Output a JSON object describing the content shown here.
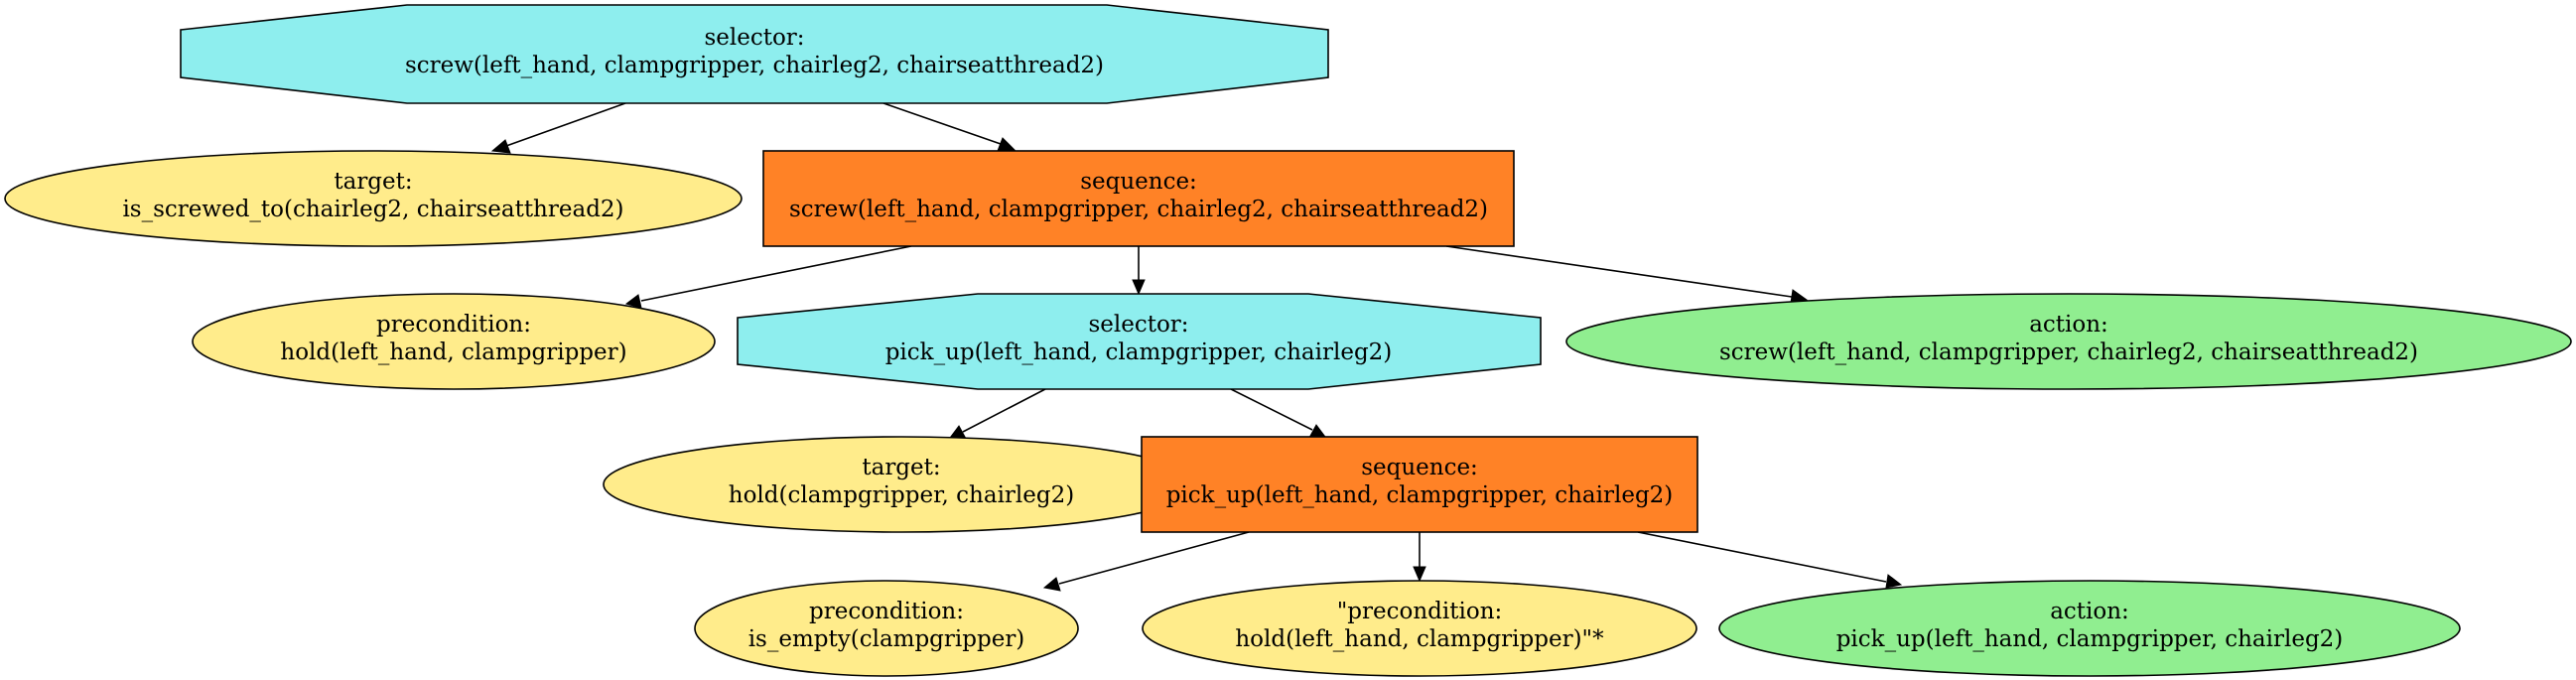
{
  "colors": {
    "selector": "#8eeeee",
    "sequence": "#ff8226",
    "condition": "#ffec8b",
    "action": "#90ee90",
    "stroke": "#000000"
  },
  "nodes": {
    "root_selector": {
      "type": "selector",
      "line1": "selector:",
      "line2": "screw(left_hand, clampgripper, chairleg2, chairseatthread2)"
    },
    "root_target": {
      "type": "target",
      "line1": "target:",
      "line2": "is_screwed_to(chairleg2, chairseatthread2)"
    },
    "root_sequence": {
      "type": "sequence",
      "line1": "sequence:",
      "line2": "screw(left_hand, clampgripper, chairleg2, chairseatthread2)"
    },
    "precondition_hold": {
      "type": "precondition",
      "line1": "precondition:",
      "line2": "hold(left_hand, clampgripper)"
    },
    "pickup_selector": {
      "type": "selector",
      "line1": "selector:",
      "line2": "pick_up(left_hand, clampgripper, chairleg2)"
    },
    "action_screw": {
      "type": "action",
      "line1": "action:",
      "line2": "screw(left_hand, clampgripper, chairleg2, chairseatthread2)"
    },
    "pickup_target": {
      "type": "target",
      "line1": "target:",
      "line2": "hold(clampgripper, chairleg2)"
    },
    "pickup_sequence": {
      "type": "sequence",
      "line1": "sequence:",
      "line2": "pick_up(left_hand, clampgripper, chairleg2)"
    },
    "precondition_empty": {
      "type": "precondition",
      "line1": "precondition:",
      "line2": "is_empty(clampgripper)"
    },
    "precondition_hold_quoted": {
      "type": "precondition",
      "line1": "\"precondition:",
      "line2": "hold(left_hand, clampgripper)\"*"
    },
    "action_pickup": {
      "type": "action",
      "line1": "action:",
      "line2": "pick_up(left_hand, clampgripper, chairleg2)"
    }
  },
  "edges": [
    {
      "from": "root_selector",
      "to": "root_target"
    },
    {
      "from": "root_selector",
      "to": "root_sequence"
    },
    {
      "from": "root_sequence",
      "to": "precondition_hold"
    },
    {
      "from": "root_sequence",
      "to": "pickup_selector"
    },
    {
      "from": "root_sequence",
      "to": "action_screw"
    },
    {
      "from": "pickup_selector",
      "to": "pickup_target"
    },
    {
      "from": "pickup_selector",
      "to": "pickup_sequence"
    },
    {
      "from": "pickup_sequence",
      "to": "precondition_empty"
    },
    {
      "from": "pickup_sequence",
      "to": "precondition_hold_quoted"
    },
    {
      "from": "pickup_sequence",
      "to": "action_pickup"
    }
  ]
}
